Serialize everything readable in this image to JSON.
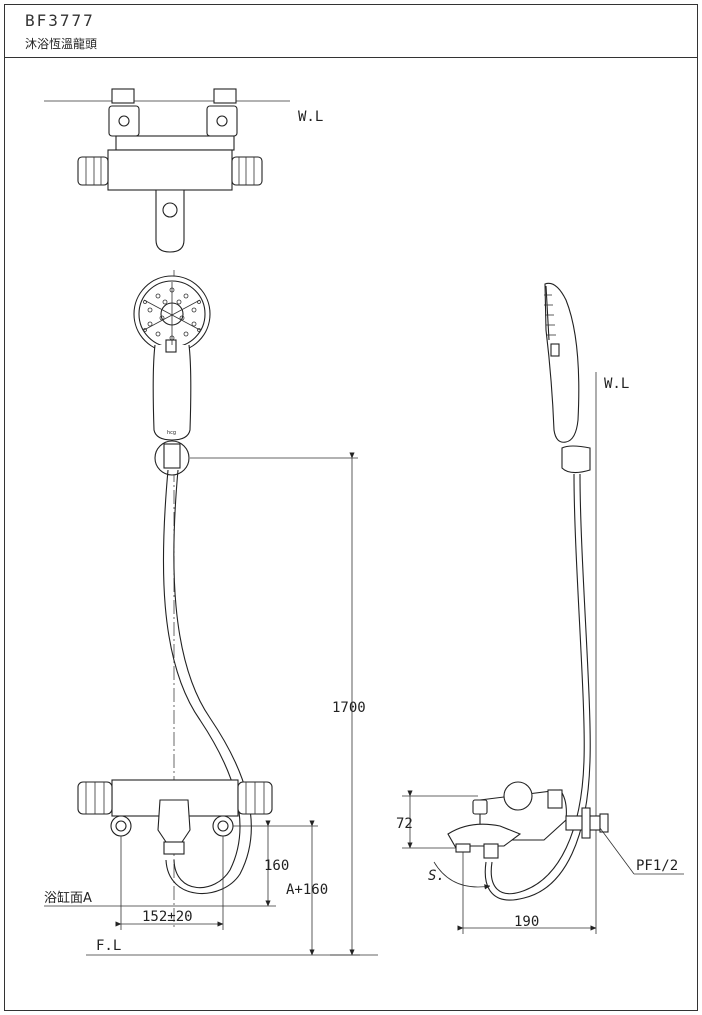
{
  "header": {
    "model": "BF3777",
    "product_name": "沐浴恆溫龍頭"
  },
  "labels": {
    "wl_top": "W.L",
    "wl_side": "W.L",
    "fl": "F.L",
    "bath_surface": "浴缸面A",
    "dim_1700": "1700",
    "dim_160": "160",
    "dim_a160": "A+160",
    "dim_152": "152±20",
    "dim_72": "72",
    "dim_190": "190",
    "pipe": "PF1/2",
    "swivel": "S."
  }
}
